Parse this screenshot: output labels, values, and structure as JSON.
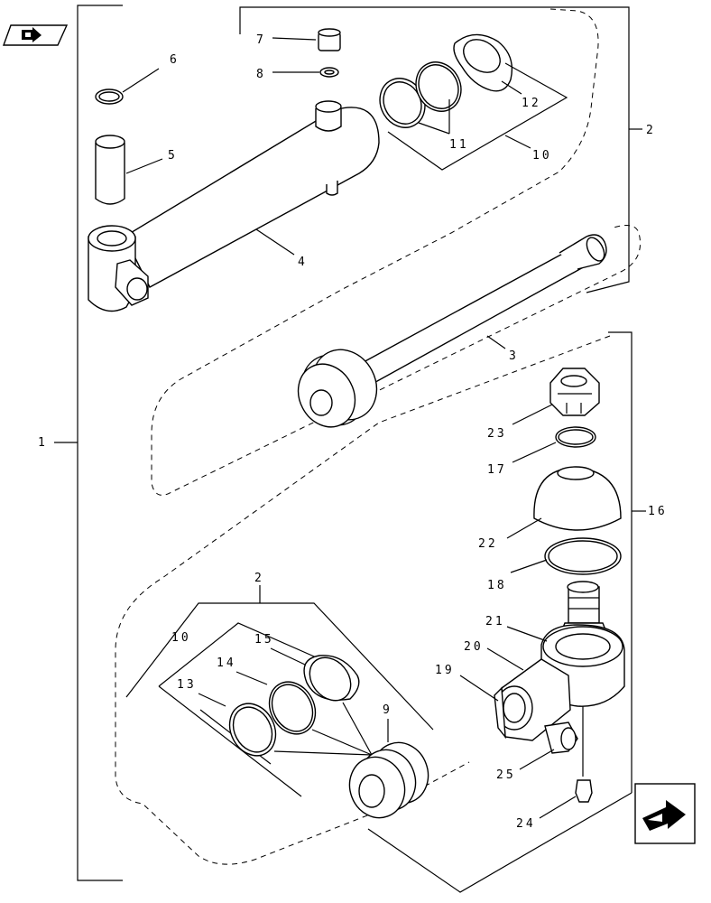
{
  "callouts": {
    "c1": "1",
    "c2a": "2",
    "c2b": "2",
    "c3": "3",
    "c4": "4",
    "c5": "5",
    "c6": "6",
    "c7": "7",
    "c8": "8",
    "c9": "9",
    "c10a": "10",
    "c10b": "10",
    "c11": "11",
    "c12": "12",
    "c13": "13",
    "c14": "14",
    "c15": "15",
    "c16": "16",
    "c17": "17",
    "c18": "18",
    "c19": "19",
    "c20": "20",
    "c21": "21",
    "c22": "22",
    "c23": "23",
    "c24": "24",
    "c25": "25"
  },
  "icons": {
    "prev": "back-page-icon",
    "next": "next-page-icon"
  },
  "colors": {
    "ink": "#000000",
    "paper": "#ffffff"
  }
}
